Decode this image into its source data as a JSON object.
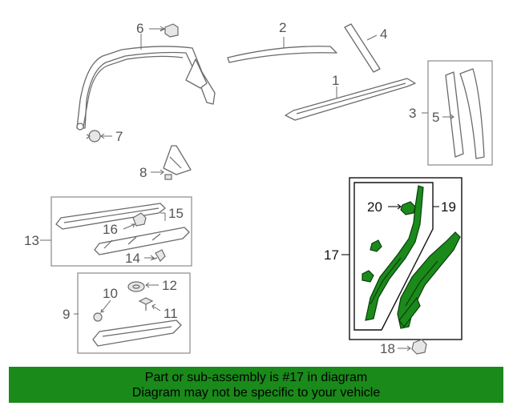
{
  "callouts": [
    {
      "id": "c1",
      "text": "1"
    },
    {
      "id": "c2",
      "text": "2"
    },
    {
      "id": "c3",
      "text": "3"
    },
    {
      "id": "c4",
      "text": "4"
    },
    {
      "id": "c5",
      "text": "5"
    },
    {
      "id": "c6",
      "text": "6"
    },
    {
      "id": "c7",
      "text": "7"
    },
    {
      "id": "c8",
      "text": "8"
    },
    {
      "id": "c9",
      "text": "9"
    },
    {
      "id": "c10",
      "text": "10"
    },
    {
      "id": "c11",
      "text": "11"
    },
    {
      "id": "c12",
      "text": "12"
    },
    {
      "id": "c13",
      "text": "13"
    },
    {
      "id": "c14",
      "text": "14"
    },
    {
      "id": "c15",
      "text": "15"
    },
    {
      "id": "c16",
      "text": "16"
    },
    {
      "id": "c17",
      "text": "17"
    },
    {
      "id": "c18",
      "text": "18"
    },
    {
      "id": "c19",
      "text": "19"
    },
    {
      "id": "c20",
      "text": "20"
    }
  ],
  "highlighted_part": "17",
  "banner": {
    "line1": "Part or sub-assembly is #17 in diagram",
    "line2": "Diagram may not be specific to your vehicle"
  },
  "colors": {
    "banner_bg": "#1a8a1a",
    "part_highlight": "#1b8a1b",
    "part_outline": "#6b6b6b"
  }
}
